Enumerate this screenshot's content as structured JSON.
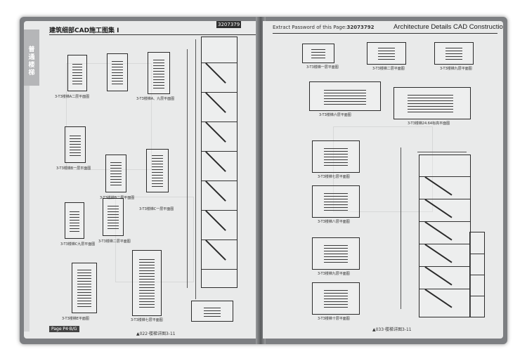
{
  "left_page": {
    "header": "建筑细部CAD施工图集 Ⅰ",
    "password_strip": "3207379",
    "section_tab": "普通楼梯",
    "page_number": "▲022·楼梯详图3-11",
    "corner_tab": "Page P4·B/G",
    "captions": [
      "3-T3楼梯A二层平面图",
      "3-T3楼梯A、九层平面图",
      "3-T3楼梯B一层平面图",
      "3-T3楼梯B二层平面图",
      "3-T3楼梯C一层平面图",
      "3-T3楼梯C九层平面图",
      "3-T3楼梯二层平面图",
      "3-T3楼梯E平面图",
      "3-T3楼梯七层平面图"
    ]
  },
  "right_page": {
    "password_label": "Extract Password of this Page:",
    "password_code": "32073792",
    "header": "Architecture Details CAD Construction Atlas Ⅰ",
    "page_number": "▲033·楼梯详图3-11",
    "captions": [
      "3-T3楼梯一层平面图",
      "3-T3楼梯二层平面图",
      "3-T3楼梯九层平面图",
      "3-T3楼梯六层平面图",
      "3-T3楼梯24.64标高平面图",
      "3-T3楼梯七层平面图",
      "3-T3楼梯八层平面图",
      "3-T3楼梯九层平面图",
      "3-T3楼梯十层平面图"
    ]
  }
}
